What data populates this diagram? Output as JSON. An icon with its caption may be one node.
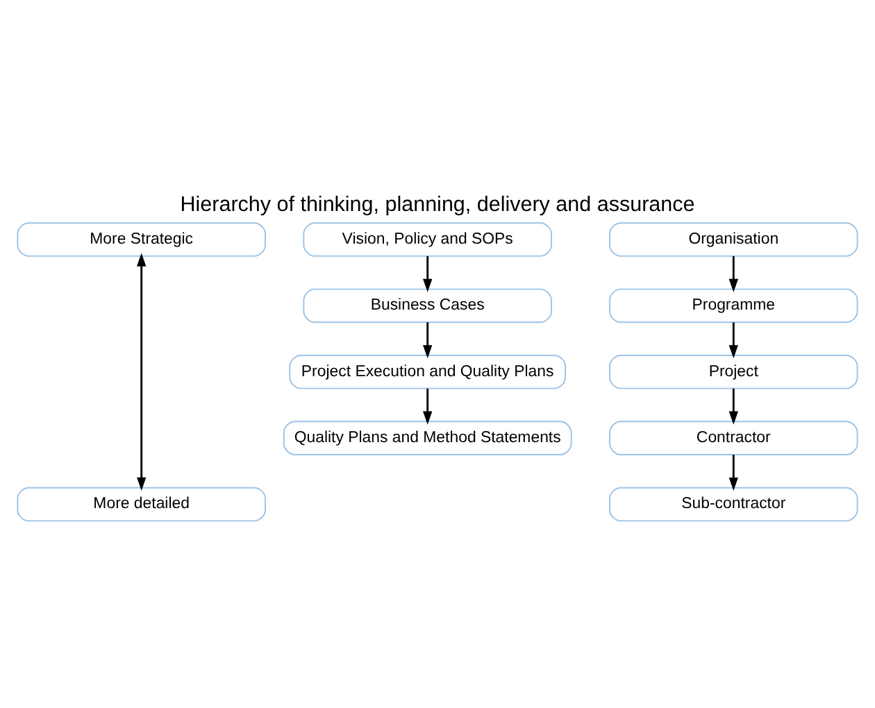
{
  "diagram": {
    "title": "Hierarchy of thinking, planning, delivery and assurance",
    "nodes": [
      {
        "text": [
          "More Strategic"
        ]
      },
      {
        "text": [
          "More detailed"
        ]
      },
      {
        "text": [
          "Vision, Policy and SOPs"
        ]
      },
      {
        "text": [
          "Business Cases"
        ]
      },
      {
        "text": [
          "Project Execution and Quality Plans"
        ]
      },
      {
        "text": [
          "Quality Plans and Method Statements"
        ]
      },
      {
        "text": [
          "Organisation"
        ]
      },
      {
        "text": [
          "Programme"
        ]
      },
      {
        "text": [
          "Project"
        ]
      },
      {
        "text": [
          "Contractor"
        ]
      },
      {
        "text": [
          "Sub-contractor"
        ]
      }
    ],
    "edges": [
      {
        "from": 0,
        "to": 1,
        "arrow": "both"
      },
      {
        "from": 2,
        "to": 3,
        "arrow": "to"
      },
      {
        "from": 3,
        "to": 4,
        "arrow": "to"
      },
      {
        "from": 4,
        "to": 5,
        "arrow": "to"
      },
      {
        "from": 6,
        "to": 7,
        "arrow": "to"
      },
      {
        "from": 7,
        "to": 8,
        "arrow": "to"
      },
      {
        "from": 8,
        "to": 9,
        "arrow": "to"
      },
      {
        "from": 9,
        "to": 10,
        "arrow": "to"
      }
    ]
  }
}
